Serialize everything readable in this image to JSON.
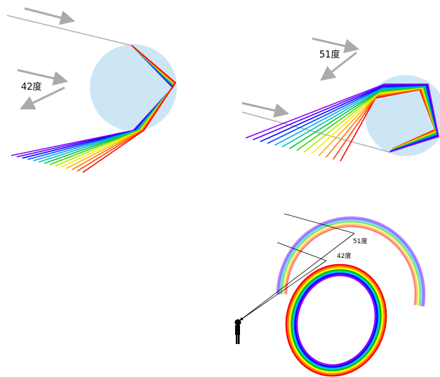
{
  "labels": {
    "primary_angle": "42度",
    "secondary_angle": "51度",
    "small_primary": "42度",
    "small_secondary": "51度"
  },
  "colors": {
    "droplet": "#cde6f6",
    "incoming_ray": "#aaaaaa",
    "arrow": "#aaaaaa",
    "spectrum": [
      "#ff0000",
      "#ff7f00",
      "#ffff00",
      "#00c000",
      "#00bfff",
      "#0000ff",
      "#8b00ff"
    ]
  }
}
